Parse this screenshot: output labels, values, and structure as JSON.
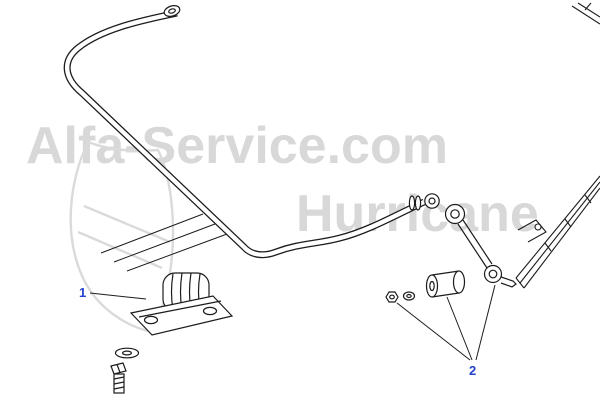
{
  "watermark": {
    "line1": "Alfa-Service.com",
    "line2": "Hurricane",
    "color": "#d8d8d8"
  },
  "labels": {
    "part1": "1",
    "part2": "2",
    "color": "#2442cc"
  },
  "drawing": {
    "ink": "#1c1c1c",
    "background": "#ffffff"
  }
}
